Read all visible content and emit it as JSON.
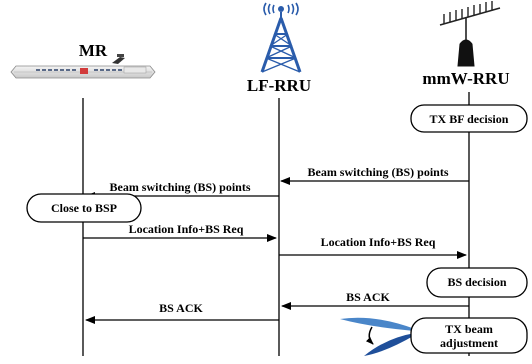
{
  "entities": {
    "mr": "MR",
    "lf_rru": "LF-RRU",
    "mmw_rru": "mmW-RRU"
  },
  "messages": {
    "bs_points_right": "Beam switching (BS) points",
    "bs_points_left": "Beam switching (BS) points",
    "loc_info_1": "Location Info+BS Req",
    "loc_info_2": "Location Info+BS Req",
    "bs_ack_right": "BS ACK",
    "bs_ack_left": "BS ACK"
  },
  "boxes": {
    "tx_bf": "TX BF decision",
    "close_bsp": "Close to BSP",
    "bs_decision": "BS decision",
    "tx_beam_1": "TX beam",
    "tx_beam_2": "adjustment"
  }
}
